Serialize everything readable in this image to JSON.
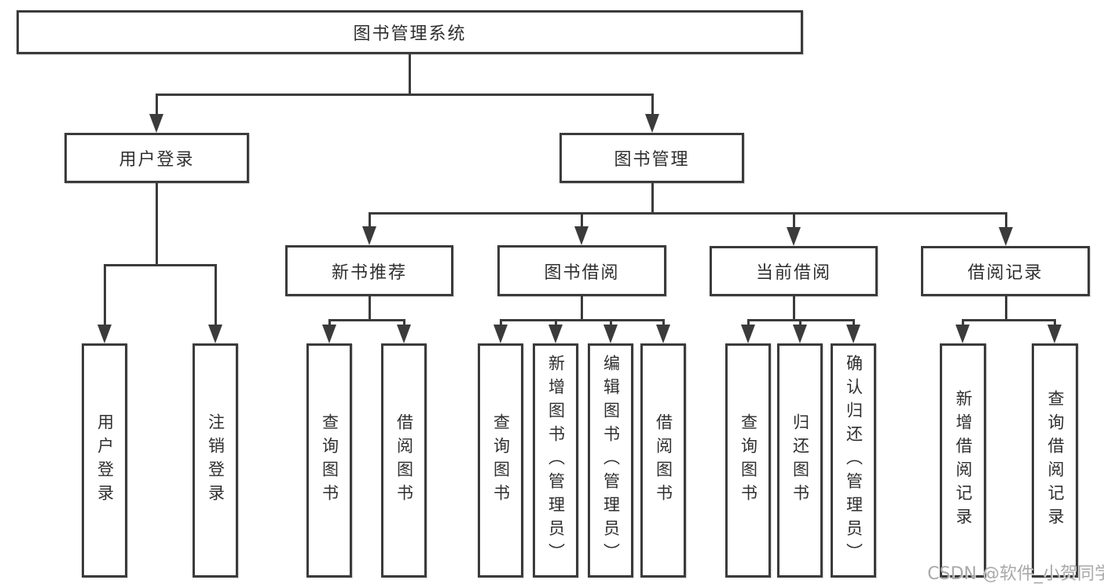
{
  "colors": {
    "background": "#ffffff",
    "line": "#3b3b3b",
    "box_border": "#3b3b3b",
    "text": "#2f2f2f",
    "watermark": "#a9a9a9"
  },
  "watermark": {
    "text": "CSDN @软件_小贺同学"
  },
  "diagram": {
    "type": "tree-diagram",
    "nodes": {
      "root": {
        "label": "图书管理系统"
      },
      "userLogin": {
        "label": "用户登录"
      },
      "bookMgmt": {
        "label": "图书管理"
      },
      "newBooks": {
        "label": "新书推荐"
      },
      "bookBorrow": {
        "label": "图书借阅"
      },
      "currentBorrow": {
        "label": "当前借阅"
      },
      "borrowRecords": {
        "label": "借阅记录"
      },
      "userLoginLeaf": {
        "label": "用户登录"
      },
      "logoutLeaf": {
        "label": "注销登录"
      },
      "queryBooksA": {
        "label": "查询图书"
      },
      "borrowBooksA": {
        "label": "借阅图书"
      },
      "queryBooksB": {
        "label": "查询图书"
      },
      "addBooks": {
        "label": "新增图书（管理员）"
      },
      "editBooks": {
        "label": "编辑图书（管理员）"
      },
      "borrowBooksB": {
        "label": "借阅图书"
      },
      "queryBooksC": {
        "label": "查询图书"
      },
      "returnBooks": {
        "label": "归还图书"
      },
      "confirmReturn": {
        "label": "确认归还（管理员）"
      },
      "addBorrowRec": {
        "label": "新增借阅记录"
      },
      "queryBorrowRec": {
        "label": "查询借阅记录"
      }
    },
    "structure": [
      {
        "parent": "图书管理系统",
        "children": [
          "用户登录",
          "图书管理"
        ]
      },
      {
        "parent": "用户登录",
        "children": [
          "用户登录",
          "注销登录"
        ]
      },
      {
        "parent": "图书管理",
        "children": [
          "新书推荐",
          "图书借阅",
          "当前借阅",
          "借阅记录"
        ]
      },
      {
        "parent": "新书推荐",
        "children": [
          "查询图书",
          "借阅图书"
        ]
      },
      {
        "parent": "图书借阅",
        "children": [
          "查询图书",
          "新增图书（管理员）",
          "编辑图书（管理员）",
          "借阅图书"
        ]
      },
      {
        "parent": "当前借阅",
        "children": [
          "查询图书",
          "归还图书",
          "确认归还（管理员）"
        ]
      },
      {
        "parent": "借阅记录",
        "children": [
          "新增借阅记录",
          "查询借阅记录"
        ]
      }
    ]
  }
}
